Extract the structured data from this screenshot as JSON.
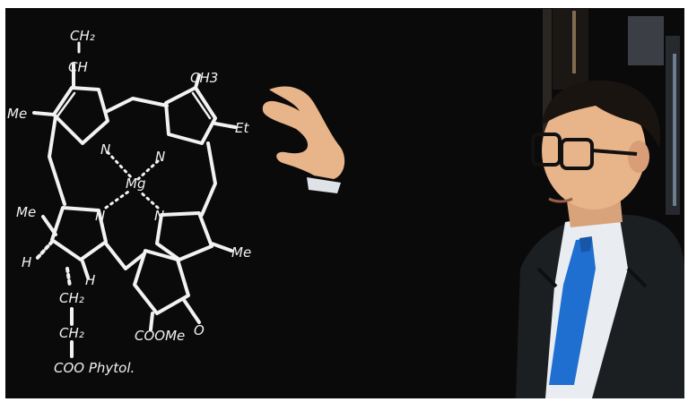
{
  "photo": {
    "colors": {
      "frame": "#ffffff",
      "board": "#0a0a0a",
      "chalk": "#f2f2f2",
      "skin": "#e8b48a",
      "suit": "#1c1f22",
      "shirt": "#e9edf2",
      "tie": "#1f6fd0"
    },
    "board_labels": {
      "ch2": "CH₂",
      "ch": "CH",
      "ch3": "CH3",
      "me_left": "Me",
      "et": "Et",
      "mg": "Mg",
      "n1": "N",
      "n2": "N",
      "n3": "N",
      "n4": "N",
      "me_right": "Me",
      "me_lower_left": "Me",
      "h_left": "H",
      "h_mid": "H",
      "ch2_a": "CH₂",
      "ch2_b": "CH₂",
      "coome": "COOMe",
      "o": "O",
      "coo_phytyl": "COO Phytol."
    }
  }
}
